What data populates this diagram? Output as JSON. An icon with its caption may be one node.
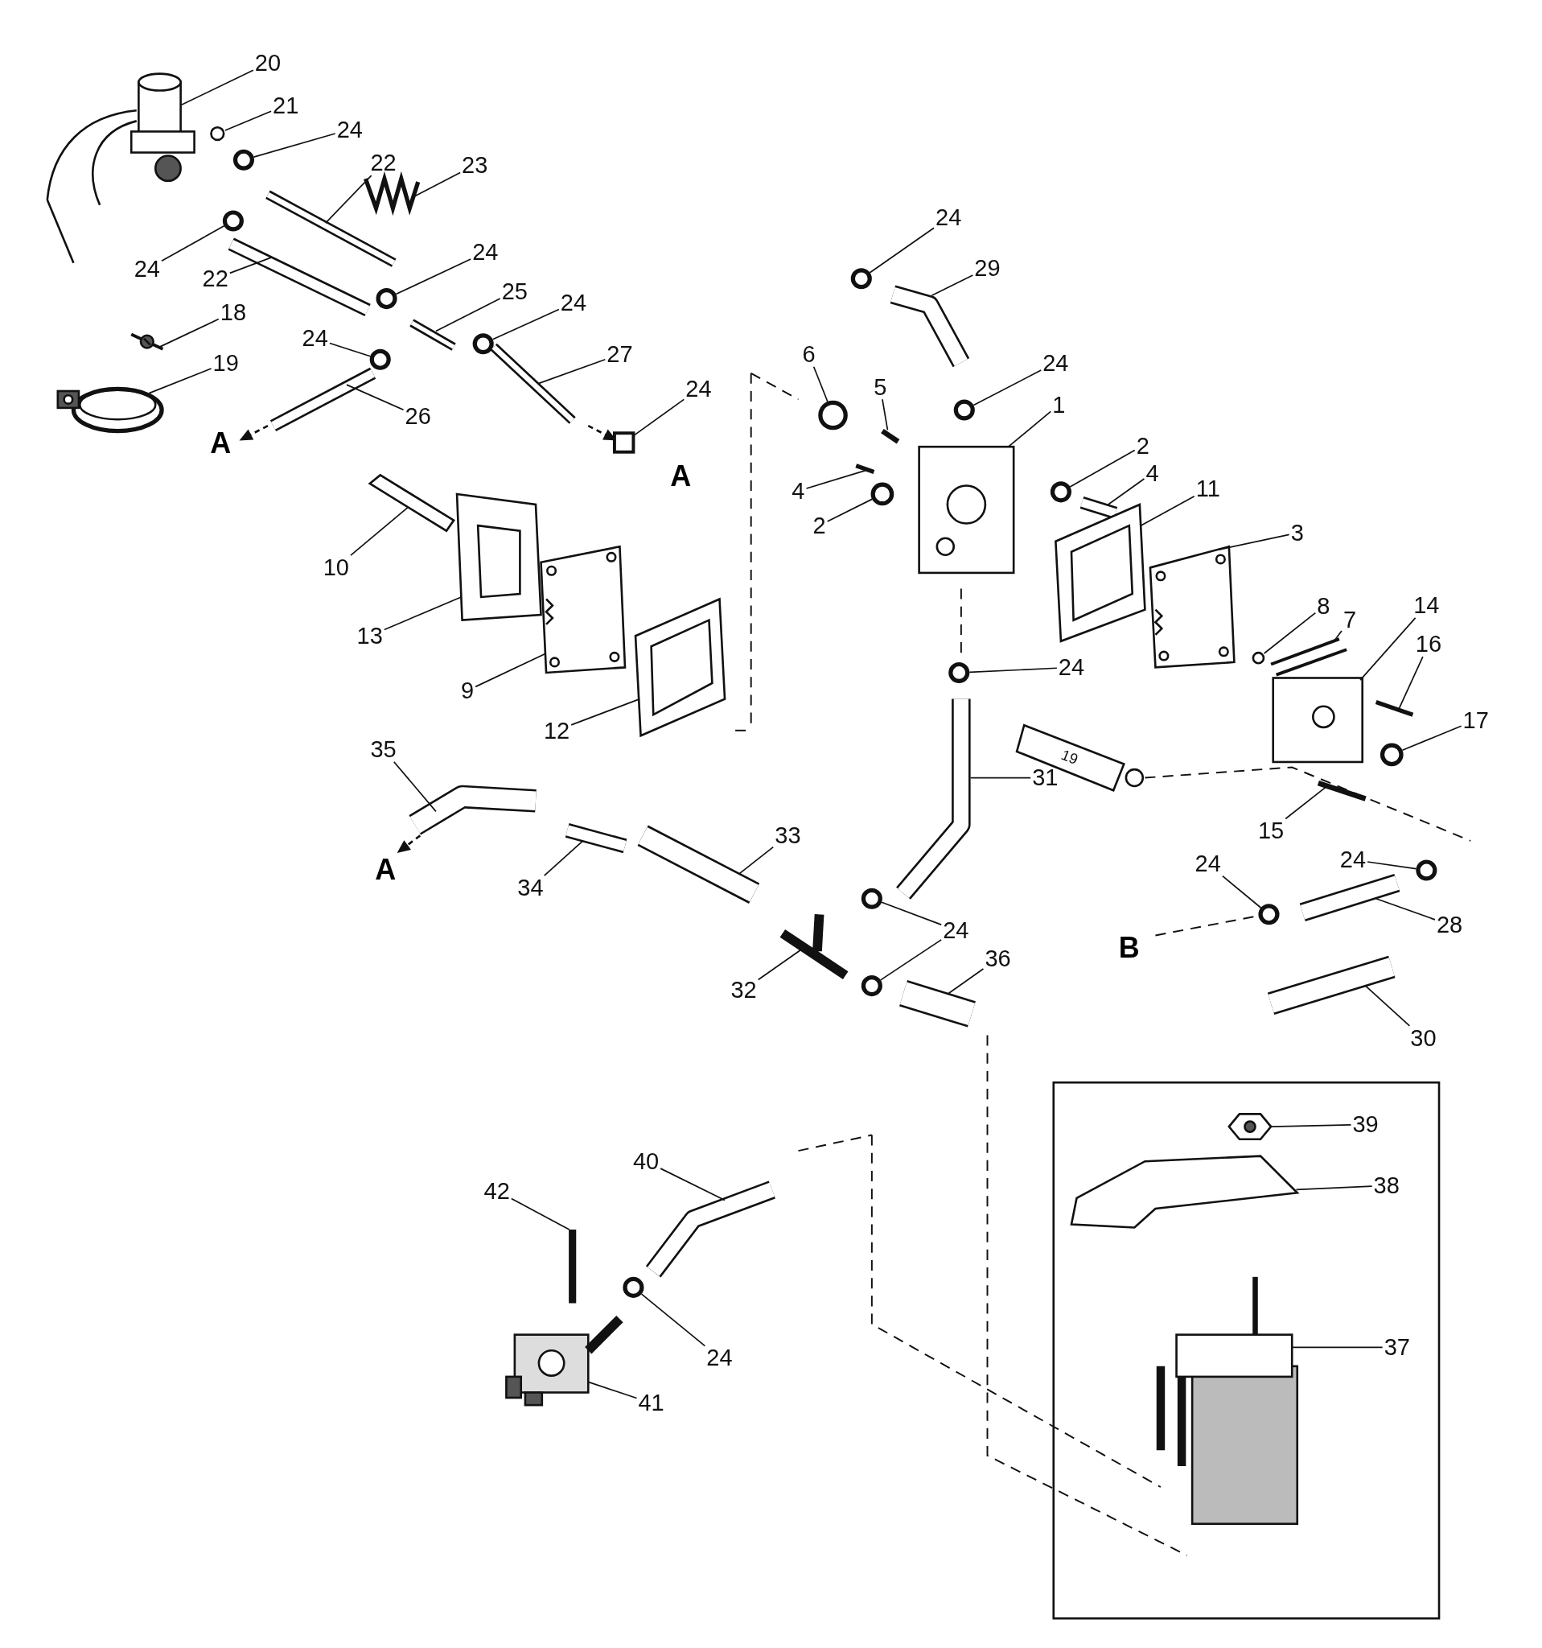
{
  "diagram": {
    "nodes": [
      {
        "text": [
          "20"
        ]
      },
      {
        "text": [
          "21"
        ]
      },
      {
        "text": [
          "24"
        ]
      },
      {
        "text": [
          "22"
        ]
      },
      {
        "text": [
          "23"
        ]
      },
      {
        "text": [
          "24"
        ]
      },
      {
        "text": [
          "22"
        ]
      },
      {
        "text": [
          "24"
        ]
      },
      {
        "text": [
          "18"
        ]
      },
      {
        "text": [
          "25"
        ]
      },
      {
        "text": [
          "24"
        ]
      },
      {
        "text": [
          "24"
        ]
      },
      {
        "text": [
          "19"
        ]
      },
      {
        "text": [
          "27"
        ]
      },
      {
        "text": [
          "26"
        ]
      },
      {
        "text": [
          "24"
        ]
      },
      {
        "text": [
          "24"
        ]
      },
      {
        "text": [
          "29"
        ]
      },
      {
        "text": [
          "6"
        ]
      },
      {
        "text": [
          "5"
        ]
      },
      {
        "text": [
          "24"
        ]
      },
      {
        "text": [
          "1"
        ]
      },
      {
        "text": [
          "2"
        ]
      },
      {
        "text": [
          "4"
        ]
      },
      {
        "text": [
          "4"
        ]
      },
      {
        "text": [
          "2"
        ]
      },
      {
        "text": [
          "11"
        ]
      },
      {
        "text": [
          "3"
        ]
      },
      {
        "text": [
          "10"
        ]
      },
      {
        "text": [
          "13"
        ]
      },
      {
        "text": [
          "9"
        ]
      },
      {
        "text": [
          "12"
        ]
      },
      {
        "text": [
          "8"
        ]
      },
      {
        "text": [
          "7"
        ]
      },
      {
        "text": [
          "14"
        ]
      },
      {
        "text": [
          "16"
        ]
      },
      {
        "text": [
          "24"
        ]
      },
      {
        "text": [
          "17"
        ]
      },
      {
        "text": [
          "31"
        ]
      },
      {
        "text": [
          "35"
        ]
      },
      {
        "text": [
          "15"
        ]
      },
      {
        "text": [
          "33"
        ]
      },
      {
        "text": [
          "34"
        ]
      },
      {
        "text": [
          "24"
        ]
      },
      {
        "text": [
          "24"
        ]
      },
      {
        "text": [
          "28"
        ]
      },
      {
        "text": [
          "24"
        ]
      },
      {
        "text": [
          "36"
        ]
      },
      {
        "text": [
          "32"
        ]
      },
      {
        "text": [
          "30"
        ]
      },
      {
        "text": [
          "39"
        ]
      },
      {
        "text": [
          "38"
        ]
      },
      {
        "text": [
          "40"
        ]
      },
      {
        "text": [
          "42"
        ]
      },
      {
        "text": [
          "37"
        ]
      },
      {
        "text": [
          "24"
        ]
      },
      {
        "text": [
          "41"
        ]
      },
      {
        "text": [],
        "shape": "picture"
      },
      {
        "text": [],
        "shape": "circle"
      },
      {
        "text": [],
        "shape": "circle"
      },
      {
        "text": [],
        "shape": "picture"
      },
      {
        "text": [],
        "shape": "picture"
      },
      {
        "text": [],
        "shape": "circle"
      },
      {
        "text": [],
        "shape": "picture"
      },
      {
        "text": [],
        "shape": "circle"
      },
      {
        "text": [],
        "shape": "picture"
      },
      {
        "text": [],
        "shape": "picture"
      },
      {
        "text": [],
        "shape": "circle"
      },
      {
        "text": [],
        "shape": "circle"
      },
      {
        "text": [],
        "shape": "picture"
      },
      {
        "text": [],
        "shape": "picture"
      },
      {
        "text": [],
        "shape": "picture"
      },
      {
        "text": [],
        "shape": "box"
      },
      {
        "text": [],
        "shape": "circle"
      },
      {
        "text": [],
        "shape": "picture"
      },
      {
        "text": [],
        "shape": "circle"
      },
      {
        "text": [],
        "shape": "picture"
      },
      {
        "text": [],
        "shape": "circle"
      },
      {
        "text": [],
        "shape": "picture"
      },
      {
        "text": [],
        "shape": "circle"
      },
      {
        "text": [],
        "shape": "picture"
      },
      {
        "text": [],
        "shape": "picture"
      },
      {
        "text": [],
        "shape": "circle"
      },
      {
        "text": [],
        "shape": "picture"
      },
      {
        "text": [],
        "shape": "picture"
      },
      {
        "text": [],
        "shape": "picture"
      },
      {
        "text": [],
        "shape": "picture"
      },
      {
        "text": [],
        "shape": "picture"
      },
      {
        "text": [],
        "shape": "picture"
      },
      {
        "text": [],
        "shape": "circle"
      },
      {
        "text": [],
        "shape": "picture"
      },
      {
        "text": [],
        "shape": "picture"
      },
      {
        "text": [],
        "shape": "picture"
      },
      {
        "text": [],
        "shape": "circle"
      },
      {
        "text": [],
        "shape": "circle"
      },
      {
        "text": [],
        "shape": "picture"
      },
      {
        "text": [],
        "shape": "picture"
      },
      {
        "text": [],
        "shape": "picture"
      },
      {
        "text": [],
        "shape": "picture"
      },
      {
        "text": [],
        "shape": "picture"
      },
      {
        "text": [],
        "shape": "circle"
      },
      {
        "text": [],
        "shape": "circle"
      },
      {
        "text": [],
        "shape": "picture"
      },
      {
        "text": [],
        "shape": "circle"
      },
      {
        "text": [],
        "shape": "circle"
      },
      {
        "text": [],
        "shape": "picture"
      },
      {
        "text": [],
        "shape": "picture"
      },
      {
        "text": [],
        "shape": "picture"
      },
      {
        "text": [],
        "shape": "picture"
      },
      {
        "text": [],
        "shape": "picture"
      },
      {
        "text": [],
        "shape": "picture"
      },
      {
        "text": [],
        "shape": "picture"
      },
      {
        "text": [],
        "shape": "picture"
      },
      {
        "text": [],
        "shape": "circle"
      },
      {
        "text": [],
        "shape": "picture"
      },
      {
        "text": [
          "19"
        ]
      }
    ],
    "edges": [
      {
        "from": 0,
        "to": 57,
        "arrow": "none"
      },
      {
        "from": 1,
        "to": 58,
        "arrow": "none"
      },
      {
        "from": 2,
        "to": 59,
        "arrow": "none"
      },
      {
        "from": 3,
        "to": 60,
        "arrow": "none"
      },
      {
        "from": 4,
        "to": 61,
        "arrow": "none"
      },
      {
        "from": 5,
        "to": 62,
        "arrow": "none"
      },
      {
        "from": 6,
        "to": 63,
        "arrow": "none"
      },
      {
        "from": 7,
        "to": 64,
        "arrow": "none"
      },
      {
        "from": 8,
        "to": 65,
        "arrow": "none"
      },
      {
        "from": 9,
        "to": 66,
        "arrow": "none"
      },
      {
        "from": 10,
        "to": 67,
        "arrow": "none"
      },
      {
        "from": 11,
        "to": 68,
        "arrow": "none"
      },
      {
        "from": 12,
        "to": 69,
        "arrow": "none"
      },
      {
        "from": 13,
        "to": 70,
        "arrow": "none"
      },
      {
        "from": 14,
        "to": 71,
        "arrow": "none"
      },
      {
        "from": 15,
        "to": 72,
        "arrow": "none"
      },
      {
        "from": 16,
        "to": 73,
        "arrow": "none"
      },
      {
        "from": 17,
        "to": 74,
        "arrow": "none"
      },
      {
        "from": 18,
        "to": 75,
        "arrow": "none"
      },
      {
        "from": 19,
        "to": 76,
        "arrow": "none"
      },
      {
        "from": 20,
        "to": 77,
        "arrow": "none"
      },
      {
        "from": 21,
        "to": 78,
        "arrow": "none"
      },
      {
        "from": 22,
        "to": 79,
        "arrow": "none"
      },
      {
        "from": 23,
        "to": 80,
        "arrow": "none"
      },
      {
        "from": 24,
        "to": 81,
        "arrow": "none"
      },
      {
        "from": 25,
        "to": 82,
        "arrow": "none"
      },
      {
        "from": 26,
        "to": 83,
        "arrow": "none"
      },
      {
        "from": 27,
        "to": 84,
        "arrow": "none"
      },
      {
        "from": 28,
        "to": 85,
        "arrow": "none"
      },
      {
        "from": 29,
        "to": 86,
        "arrow": "none"
      },
      {
        "from": 30,
        "to": 87,
        "arrow": "none"
      },
      {
        "from": 31,
        "to": 88,
        "arrow": "none"
      },
      {
        "from": 32,
        "to": 89,
        "arrow": "none"
      },
      {
        "from": 33,
        "to": 90,
        "arrow": "none"
      },
      {
        "from": 34,
        "to": 91,
        "arrow": "none"
      },
      {
        "from": 35,
        "to": 92,
        "arrow": "none"
      },
      {
        "from": 36,
        "to": 93,
        "arrow": "none"
      },
      {
        "from": 37,
        "to": 94,
        "arrow": "none"
      },
      {
        "from": 38,
        "to": 95,
        "arrow": "none"
      },
      {
        "from": 39,
        "to": 96,
        "arrow": "none"
      },
      {
        "from": 40,
        "to": 97,
        "arrow": "none"
      },
      {
        "from": 41,
        "to": 98,
        "arrow": "none"
      },
      {
        "from": 42,
        "to": 99,
        "arrow": "none"
      },
      {
        "from": 43,
        "to": 100,
        "arrow": "none"
      },
      {
        "from": 44,
        "to": 101,
        "arrow": "none"
      },
      {
        "from": 45,
        "to": 102,
        "arrow": "none"
      },
      {
        "from": 46,
        "to": 103,
        "arrow": "none"
      },
      {
        "from": 46,
        "to": 104,
        "arrow": "none"
      },
      {
        "from": 47,
        "to": 105,
        "arrow": "none"
      },
      {
        "from": 48,
        "to": 106,
        "arrow": "none"
      },
      {
        "from": 49,
        "to": 107,
        "arrow": "none"
      },
      {
        "from": 50,
        "to": 108,
        "arrow": "none"
      },
      {
        "from": 51,
        "to": 109,
        "arrow": "none"
      },
      {
        "from": 52,
        "to": 110,
        "arrow": "none"
      },
      {
        "from": 53,
        "to": 111,
        "arrow": "none"
      },
      {
        "from": 54,
        "to": 112,
        "arrow": "none"
      },
      {
        "from": 55,
        "to": 113,
        "arrow": "none"
      },
      {
        "from": 56,
        "to": 114,
        "arrow": "none"
      }
    ],
    "labels": [
      "A",
      "A",
      "A",
      "B"
    ]
  }
}
